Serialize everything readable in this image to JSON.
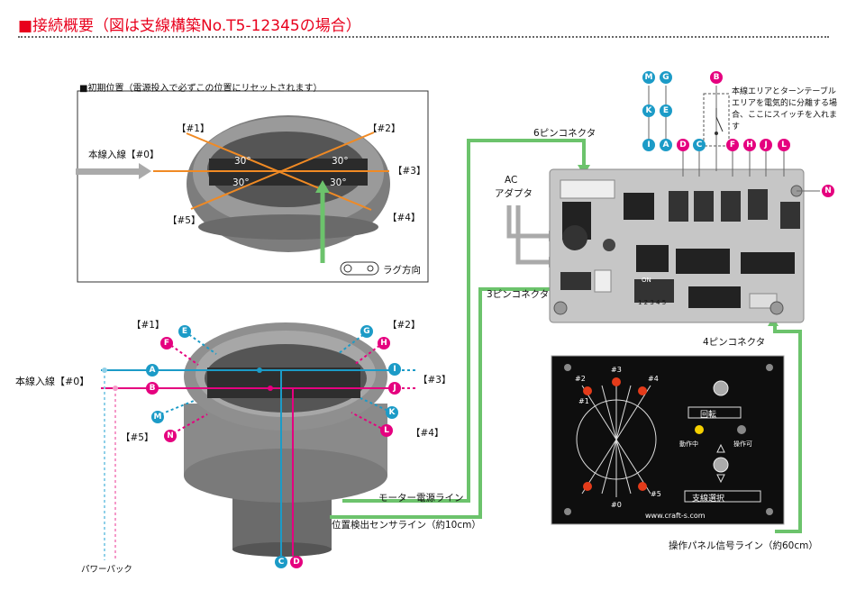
{
  "title": "■接続概要（図は支線構築No.T5-12345の場合）",
  "initial_panel": {
    "caption": "■初期位置（電源投入で必ずこの位置にリセットされます）",
    "track_labels": [
      "【#1】",
      "【#2】",
      "【#3】",
      "【#4】",
      "【#5】"
    ],
    "main_track": "本線入線【#0】",
    "angles": [
      "30°",
      "30°",
      "30°",
      "30°"
    ],
    "lug": "ラグ方向"
  },
  "turntable": {
    "track_labels": [
      "【#1】",
      "【#2】",
      "【#3】",
      "【#4】",
      "【#5】"
    ],
    "main_track": "本線入線【#0】",
    "power_pack": "パワーパック"
  },
  "board": {
    "conn6": "6ピンコネクタ",
    "ac_adapter": [
      "AC",
      "アダプタ"
    ],
    "conn3": "3ピンコネクタ",
    "conn4": "4ピンコネクタ",
    "note": "本線エリアとターンテーブルエリアを電気的に分離する場合、ここにスイッチを入れます",
    "dip": "ON",
    "dip_nums": "1 2 3 4 5"
  },
  "wires": {
    "motor": "モーター電源ライン",
    "sensor": "位置検出センサライン（約10cm）",
    "control": "操作パネル信号ライン（約60cm）"
  },
  "control_panel": {
    "rotate": "回転",
    "active": "動作中",
    "ready": "操作可",
    "select": "支線選択",
    "url": "www.craft-s.com",
    "tracks": [
      "#1",
      "#2",
      "#3",
      "#4",
      "#5",
      "#0"
    ]
  },
  "badges": {
    "blue": [
      "A",
      "C",
      "E",
      "G",
      "I",
      "K",
      "M"
    ],
    "pink": [
      "B",
      "D",
      "F",
      "H",
      "J",
      "L",
      "N"
    ]
  },
  "colors": {
    "blue": "#1c9bc7",
    "pink": "#e5007f",
    "green": "#6cc36c",
    "orange": "#f08a24",
    "title_red": "#e8001c"
  }
}
